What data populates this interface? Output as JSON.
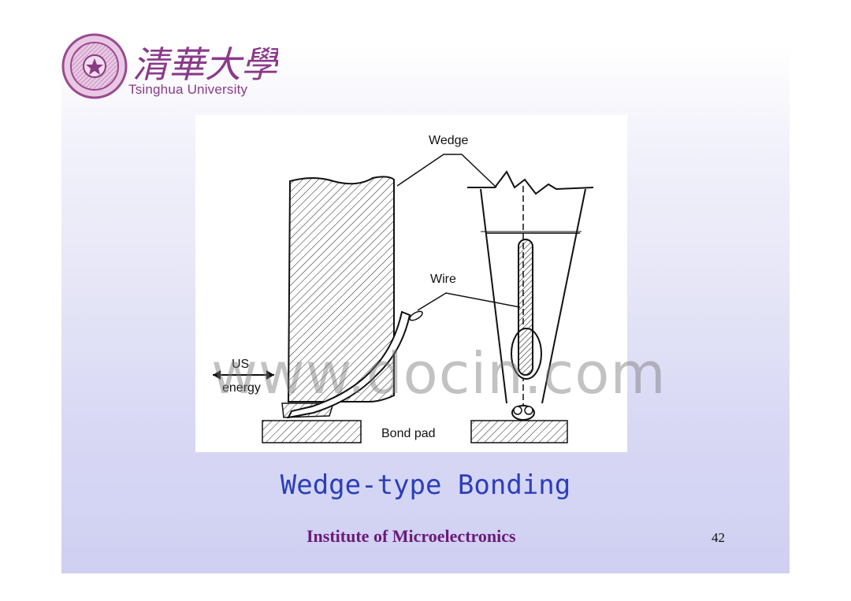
{
  "header": {
    "university_name_en": "Tsinghua University",
    "university_name_cn": "清華大學"
  },
  "figure": {
    "label_wedge": "Wedge",
    "label_wire": "Wire",
    "label_us": "US",
    "label_energy": "energy",
    "label_bond_pad": "Bond pad"
  },
  "watermark": "www.docin.com",
  "slide": {
    "title": "Wedge-type Bonding",
    "footer": "Institute of Microelectronics",
    "page_number": "42"
  },
  "colors": {
    "title": "#2a3fb8",
    "footer": "#6a1a7a",
    "logo": "#8a3a8a"
  }
}
